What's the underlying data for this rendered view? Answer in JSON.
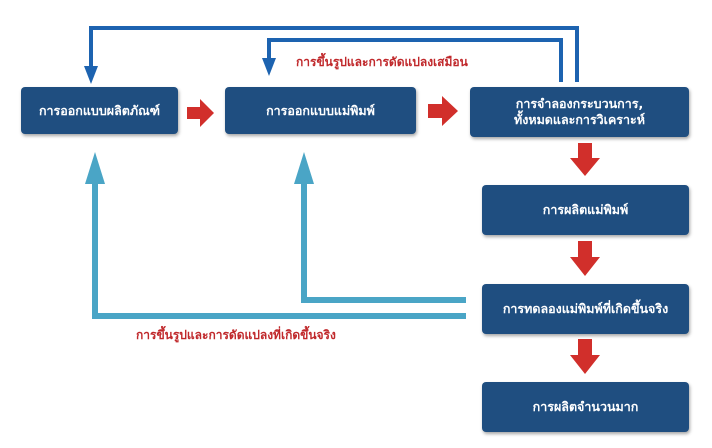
{
  "boxes": {
    "product_design": "การออกแบบผลิตภัณฑ์",
    "mold_design": "การออกแบบแม่พิมพ์",
    "simulation_analysis": "การจำลองกระบวนการ,\nทั้งหมดและการวิเคราะห์",
    "mold_production": "การผลิตแม่พิมพ์",
    "real_mold_testing": "การทดลองแม่พิมพ์ที่เกิดขึ้นจริง",
    "mass_production": "การผลิตจำนวนมาก"
  },
  "loops": {
    "simulated_revision": "การขึ้นรูปและการดัดแปลงเสมือน",
    "real_revision": "การขึ้นรูปและการดัดแปลงที่เกิดขึ้นจริง"
  },
  "colors": {
    "box": "#1f4e80",
    "flow_arrow": "#d12f2b",
    "simulated_loop": "#1d63b0",
    "real_loop": "#4aa5c6",
    "label_text": "#c0282b"
  }
}
